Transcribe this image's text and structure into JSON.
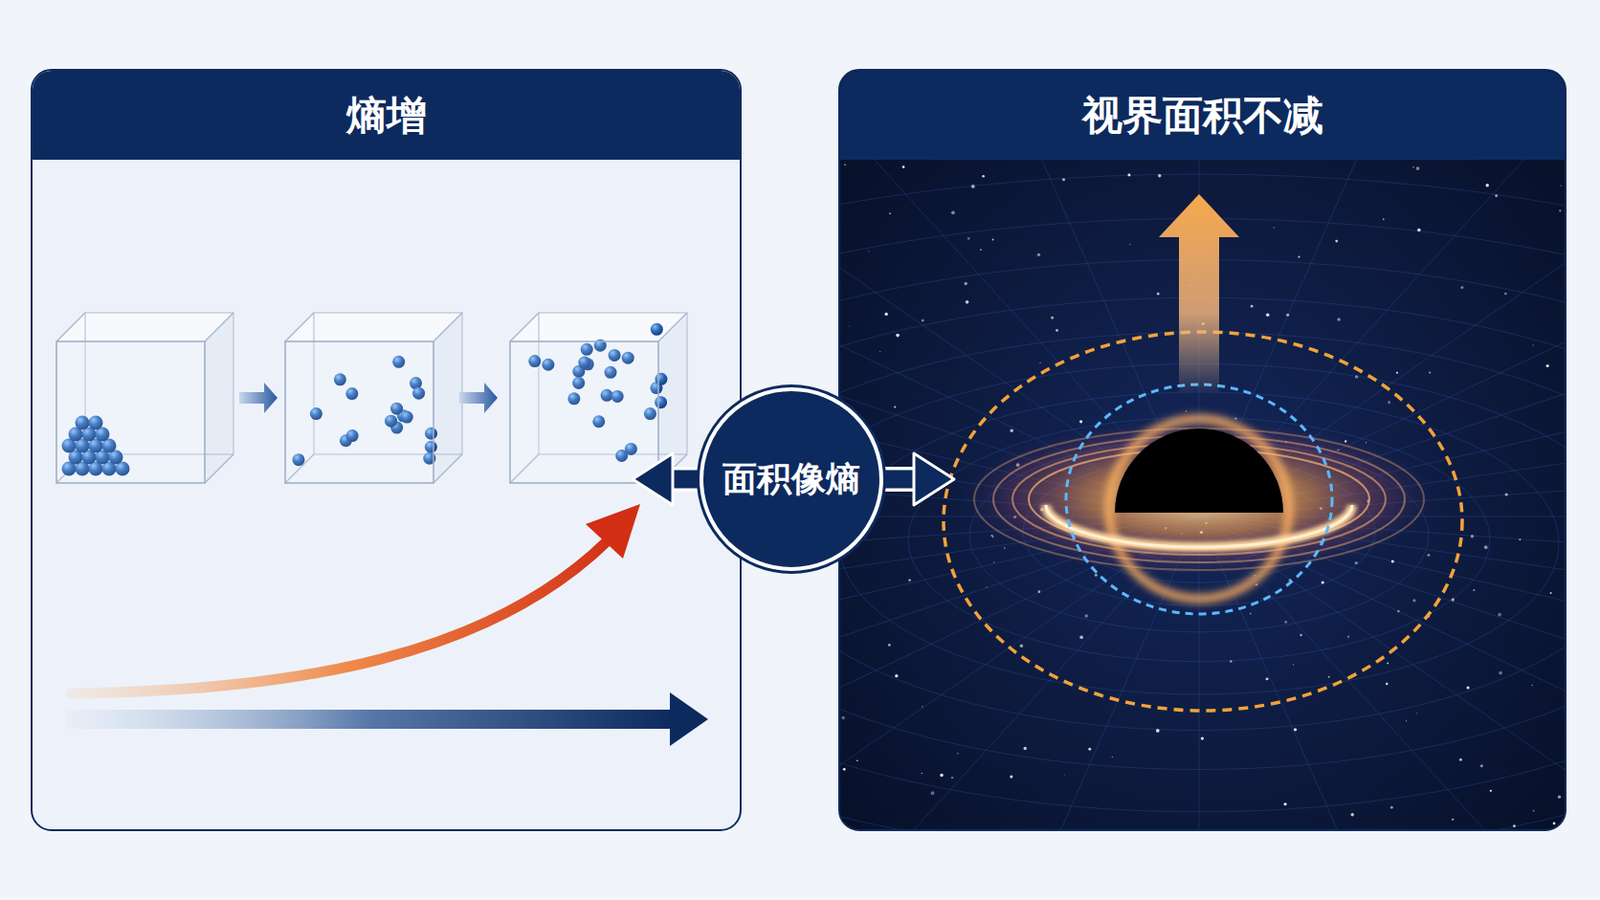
{
  "diagram": {
    "nodes": [
      {
        "text": [
          "熵增"
        ]
      },
      {
        "text": [
          "视界面积不减"
        ]
      },
      {
        "text": [
          "面积像熵"
        ]
      }
    ],
    "edges": [
      {
        "from": 2,
        "to": 0,
        "arrow": "to"
      },
      {
        "from": 2,
        "to": 1,
        "arrow": "to"
      }
    ]
  }
}
